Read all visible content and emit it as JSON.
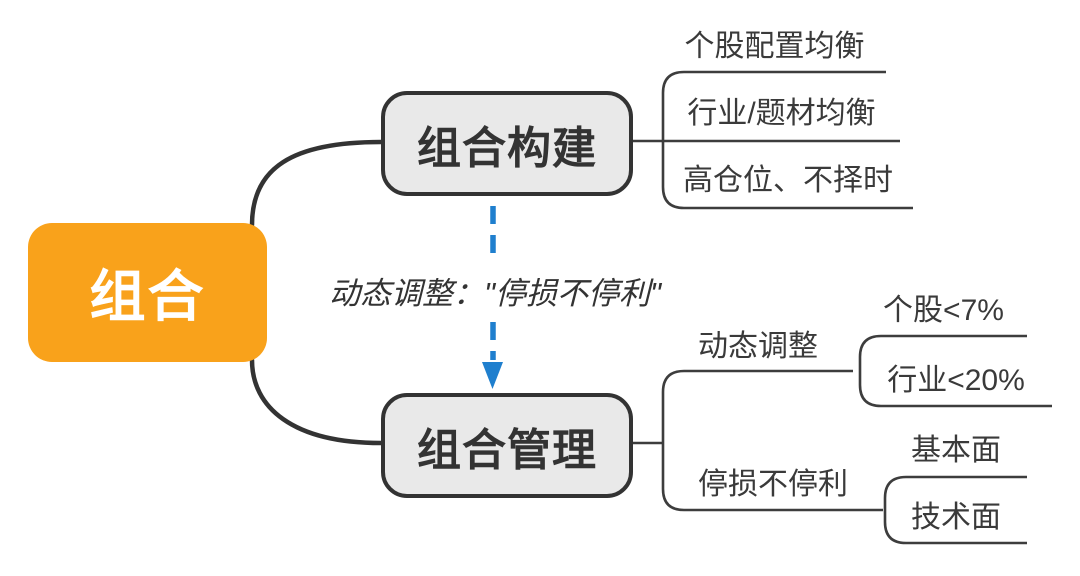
{
  "diagram": {
    "type": "mindmap",
    "root": {
      "label": "组合"
    },
    "branches": [
      {
        "label": "组合构建",
        "children": [
          {
            "label": "个股配置均衡"
          },
          {
            "label": "行业/题材均衡"
          },
          {
            "label": "高仓位、不择时"
          }
        ]
      },
      {
        "label": "组合管理",
        "children": [
          {
            "label": "动态调整",
            "children": [
              {
                "label": "个股<7%"
              },
              {
                "label": "行业<20%"
              }
            ]
          },
          {
            "label": "停损不停利",
            "children": [
              {
                "label": "基本面"
              },
              {
                "label": "技术面"
              }
            ]
          }
        ]
      }
    ],
    "edge_label": "动态调整：\"停损不停利\"",
    "colors": {
      "root_fill": "#F9A21B",
      "root_text": "#FFFFFF",
      "branch_fill": "#E9E9E9",
      "branch_border": "#333333",
      "line": "#3D3D3D",
      "leaf_text": "#3A3A3A",
      "arrow_blue": "#1F7FCE",
      "background": "#FFFFFF"
    }
  }
}
